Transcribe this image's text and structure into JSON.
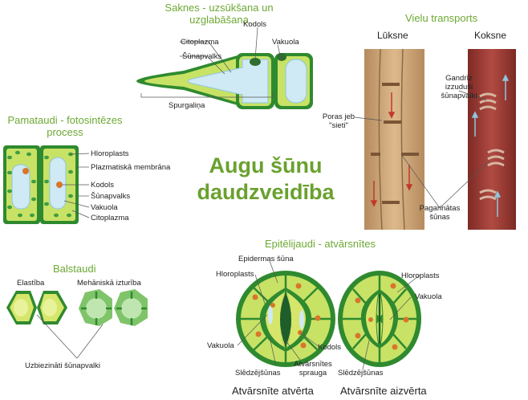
{
  "main_title_line1": "Augu šūnu",
  "main_title_line2": "daudzveidība",
  "root": {
    "title_line1": "Saknes - uzsūkšana un",
    "title_line2": "uzglabāšana",
    "labels": {
      "kodols": "Kodols",
      "vakuola": "Vakuola",
      "citoplazma": "Citoplazma",
      "sunapvalks": "Šūnapvalks",
      "spurgalina": "Spurgaliņa"
    }
  },
  "transport": {
    "title": "Vielu transports",
    "luksne": "Lūksne",
    "koksne": "Koksne",
    "gandriz_line1": "Gandrīz",
    "gandriz_line2": "izzuduši",
    "gandriz_line3": "šūnapvalki",
    "poras_line1": "Poras jeb",
    "poras_line2": "\"sieti\"",
    "pagarinatas_line1": "Pagarinātas",
    "pagarinatas_line2": "šūnas"
  },
  "photo": {
    "title_line1": "Pamataudi - fotosintēzes",
    "title_line2": "process",
    "labels": {
      "hloroplasts": "Hloroplasts",
      "plazmatiska": "Plazmatiskā membrāna",
      "kodols": "Kodols",
      "sunapvalks": "Šūnapvalks",
      "vakuola": "Vakuola",
      "citoplazma": "Citoplazma"
    }
  },
  "support": {
    "title": "Balstaudi",
    "elastiba": "Elastība",
    "mehaniska": "Mehāniskā izturība",
    "uzbiezinati": "Uzbiezināti šūnapvalki"
  },
  "epi": {
    "title": "Epitēlijaudi - atvārsnītes",
    "labels": {
      "epidermas": "Epidermas šūna",
      "hloroplasts_left": "Hloroplasts",
      "hloroplasts_right": "Hloroplasts",
      "vakuola_left": "Vakuola",
      "vakuola_right": "Vakuola",
      "kodols": "Kodols",
      "sledzejsunas_left": "Slēdzējšūnas",
      "sledzejsunas_right": "Slēdzējšūnas",
      "atvarsnites_line1": "Atvārsnītes",
      "atvarsnites_line2": "sprauga"
    },
    "caption_open": "Atvārsnīte atvērta",
    "caption_closed": "Atvārsnīte aizvērta"
  },
  "colors": {
    "title_green": "#6da833",
    "cell_light": "#c8e266",
    "cell_dark": "#2f8a2f",
    "nucleus": "#d9762b",
    "vacuole": "#cfe9f5",
    "phloem": "#c8a071",
    "xylem": "#9c3a33"
  }
}
